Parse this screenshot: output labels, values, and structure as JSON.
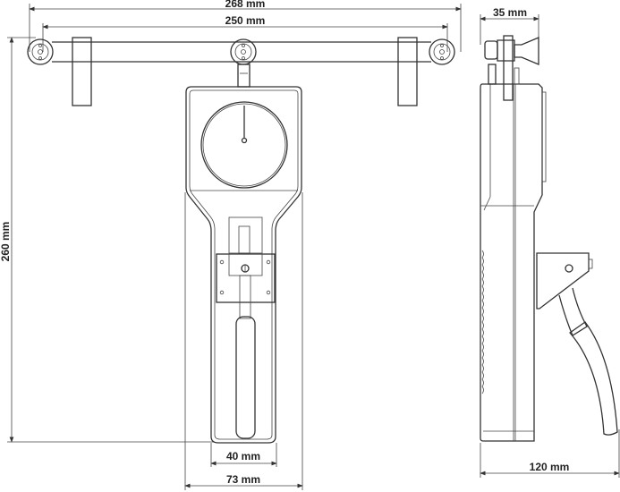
{
  "dimensions": {
    "overall_width": "268 mm",
    "bar_span": "250 mm",
    "height": "260 mm",
    "handle_width": "40 mm",
    "body_width": "73 mm",
    "side_depth": "35 mm",
    "side_total": "120 mm"
  },
  "colors": {
    "line": "#333333",
    "background": "#ffffff"
  }
}
